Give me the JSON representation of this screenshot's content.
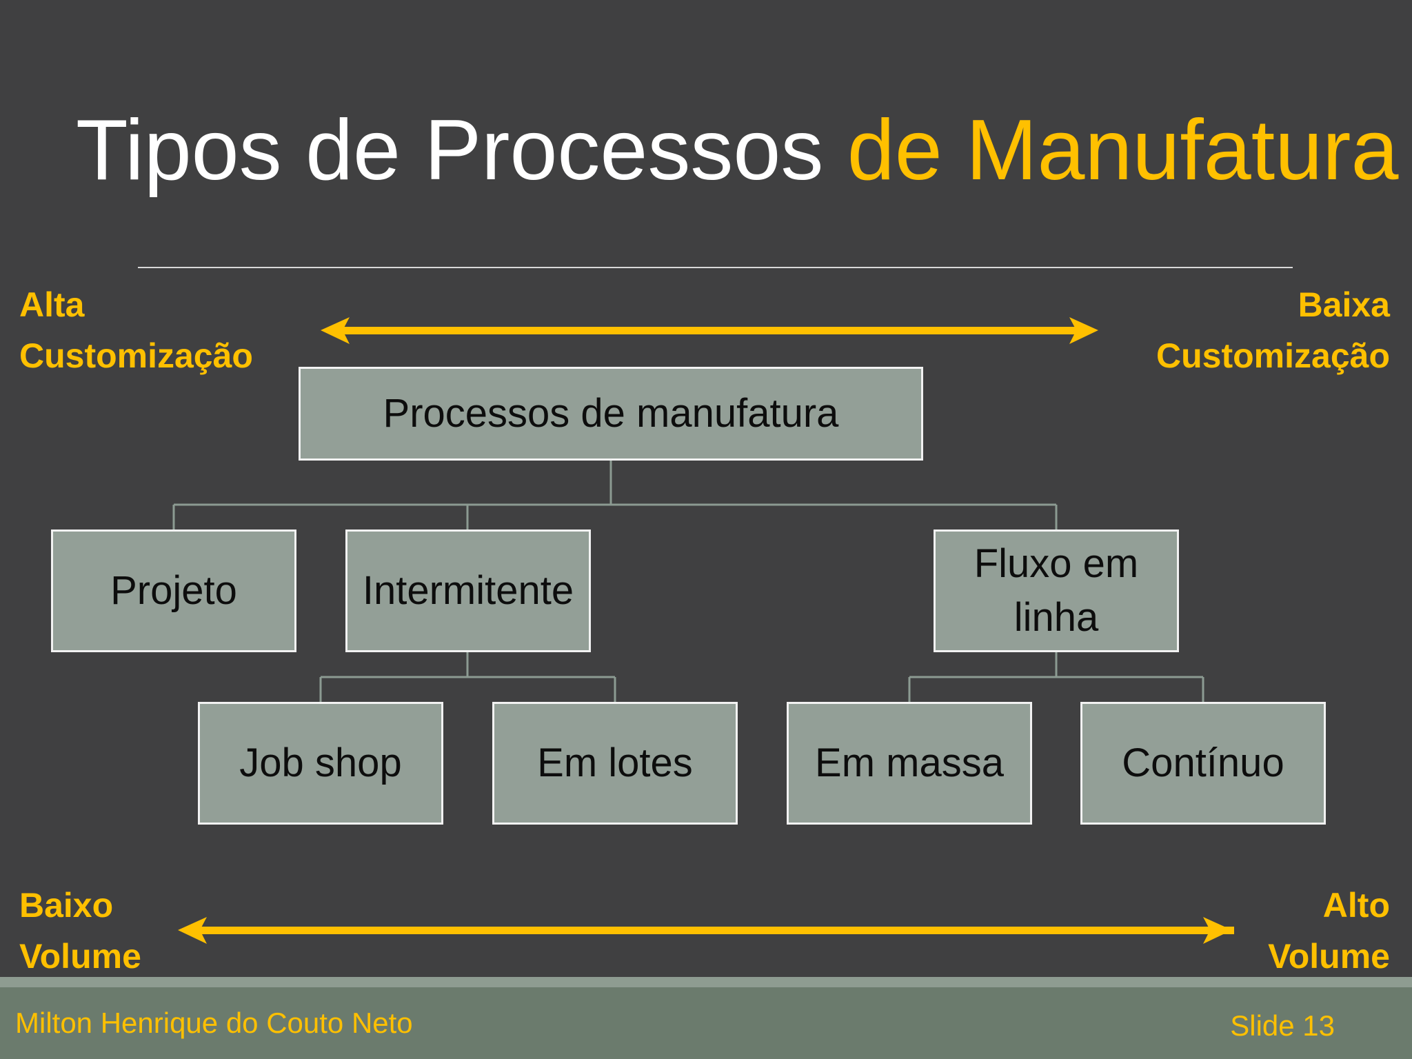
{
  "title": {
    "part1": "Tipos de Processos ",
    "part2": "de Manufatura"
  },
  "customization_axis": {
    "left_line1": "Alta",
    "left_line2": "Customização",
    "right_line1": "Baixa",
    "right_line2": "Customização"
  },
  "volume_axis": {
    "left_line1": "Baixo",
    "left_line2": "Volume",
    "right_line1": "Alto",
    "right_line2": "Volume"
  },
  "tree": {
    "root": "Processos de manufatura",
    "level1": {
      "projeto": "Projeto",
      "intermitente": "Intermitente",
      "fluxo_line1": "Fluxo em",
      "fluxo_line2": "linha"
    },
    "level2": {
      "job_shop": "Job shop",
      "em_lotes": "Em lotes",
      "em_massa": "Em massa",
      "continuo": "Contínuo"
    }
  },
  "footer": {
    "author": "Milton Henrique do Couto Neto",
    "slide": "Slide 13"
  },
  "colors": {
    "background": "#404041",
    "accent": "#ffc000",
    "box_fill": "#939f97",
    "footer": "#6b7b6d"
  }
}
